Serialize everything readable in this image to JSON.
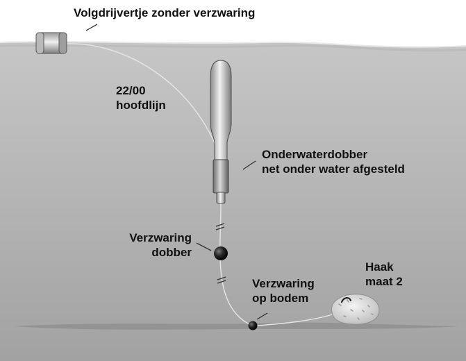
{
  "labels": {
    "volgdrijvertje": "Volgdrijvertje zonder verzwaring",
    "hoofdlijn": [
      "22/00",
      "hoofdlijn"
    ],
    "onderwaterdobber": [
      "Onderwaterdobber",
      "net onder water afgesteld"
    ],
    "verzwaring_dobber": [
      "Verzwaring",
      "dobber"
    ],
    "verzwaring_bodem": [
      "Verzwaring",
      "op bodem"
    ],
    "haak": [
      "Haak",
      "maat 2"
    ]
  },
  "colors": {
    "water_top": "#c4c4c4",
    "water_bottom": "#a4a4a4",
    "line": "#e6e6e6",
    "weight": "#1a1a1a",
    "label_text": "#111111"
  }
}
